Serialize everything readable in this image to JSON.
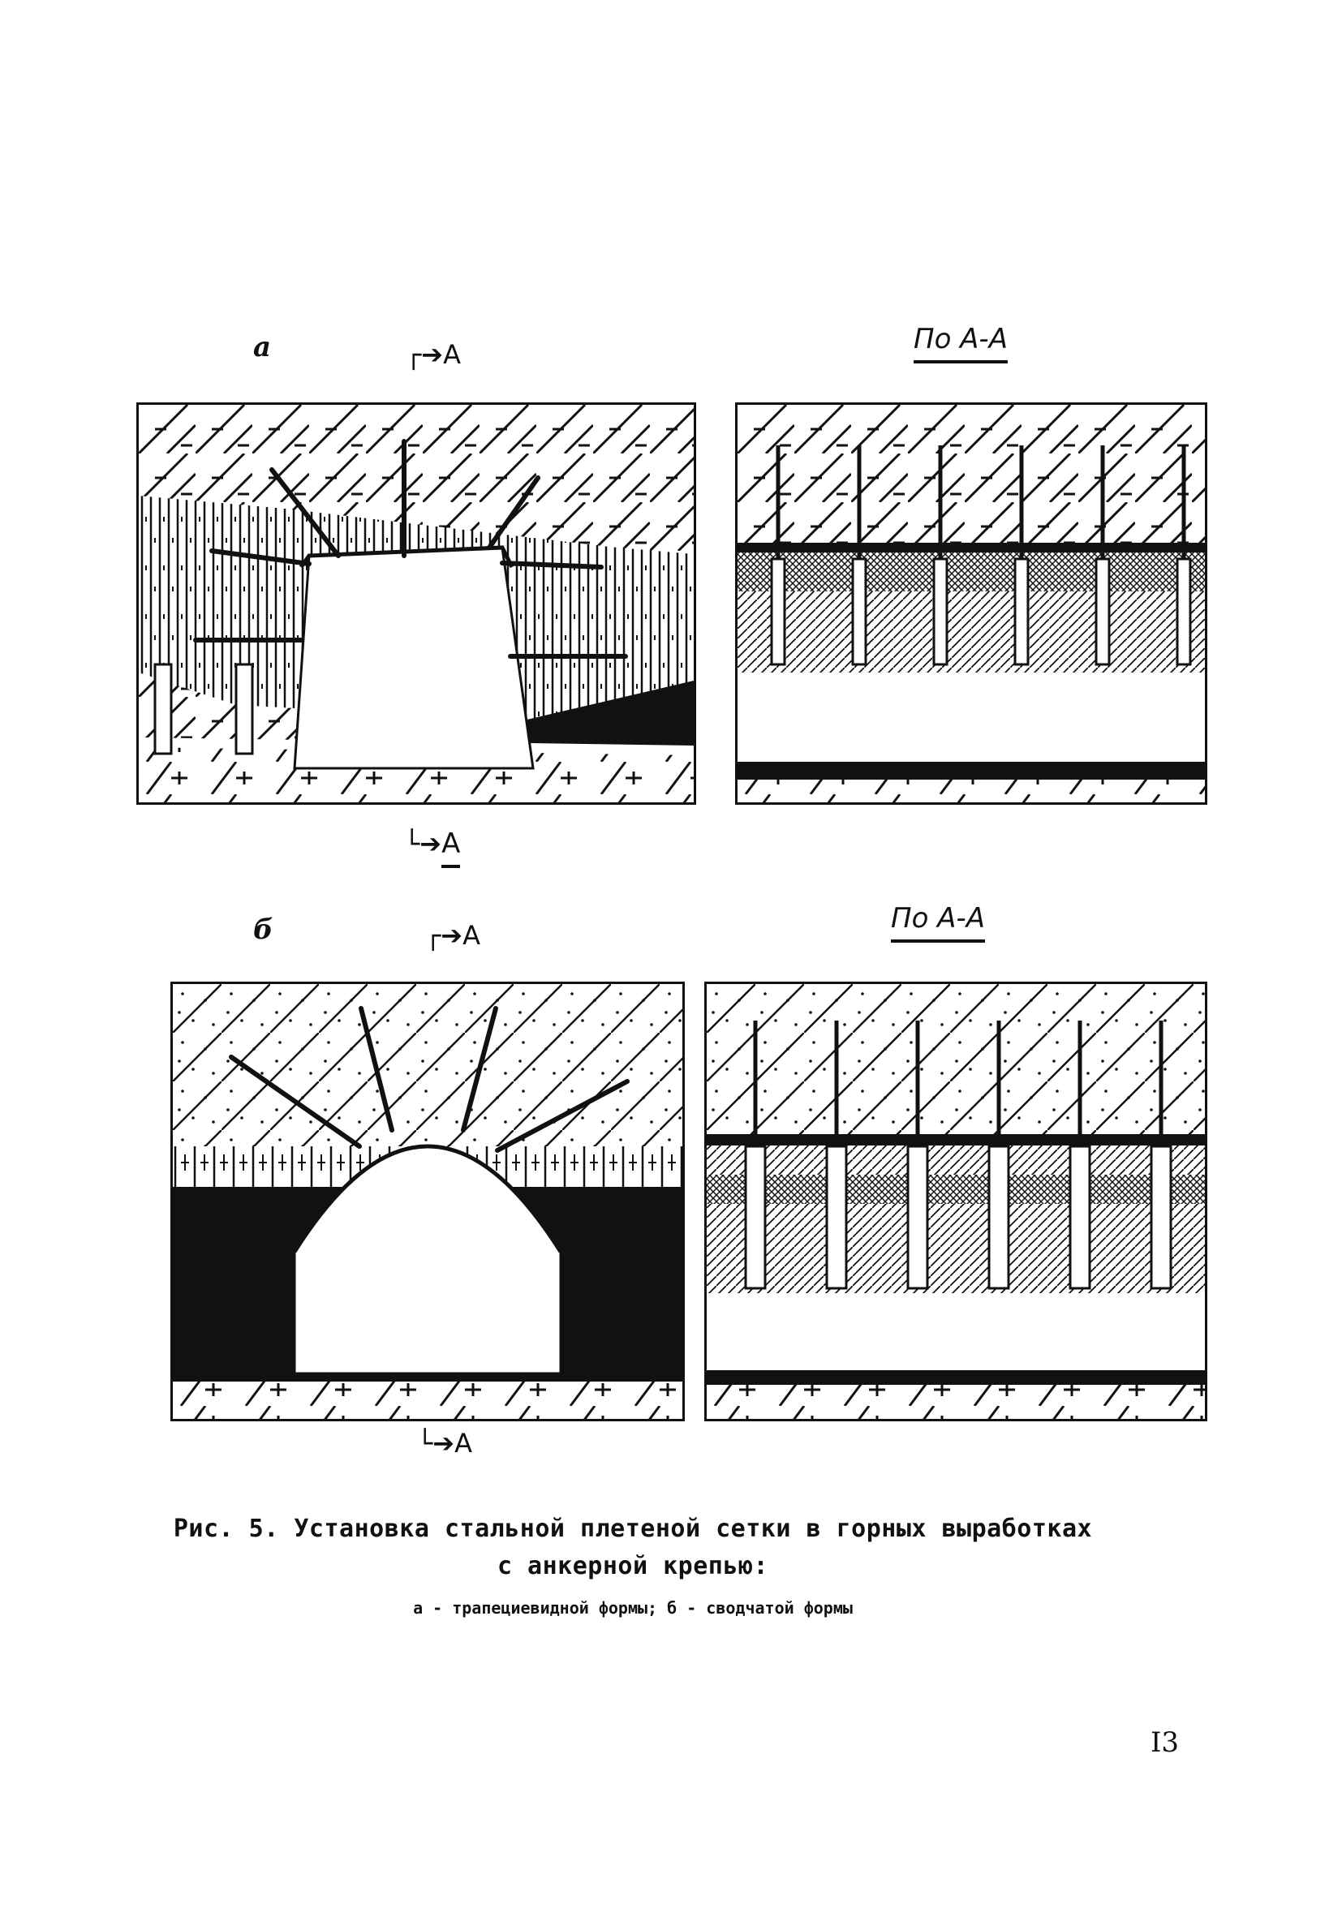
{
  "figure": {
    "label_a": "a",
    "label_b": "б",
    "section_ref": "А",
    "section_title_top": "По А-А",
    "section_title_bottom": "По А-А"
  },
  "caption": {
    "line1": "Рис. 5. Установка стальной плетеной сетки в горных выработках",
    "line2": "с анкерной крепью:",
    "subcaption": "а - трапециевидной формы; б - сводчатой формы"
  },
  "page_number": "I3"
}
